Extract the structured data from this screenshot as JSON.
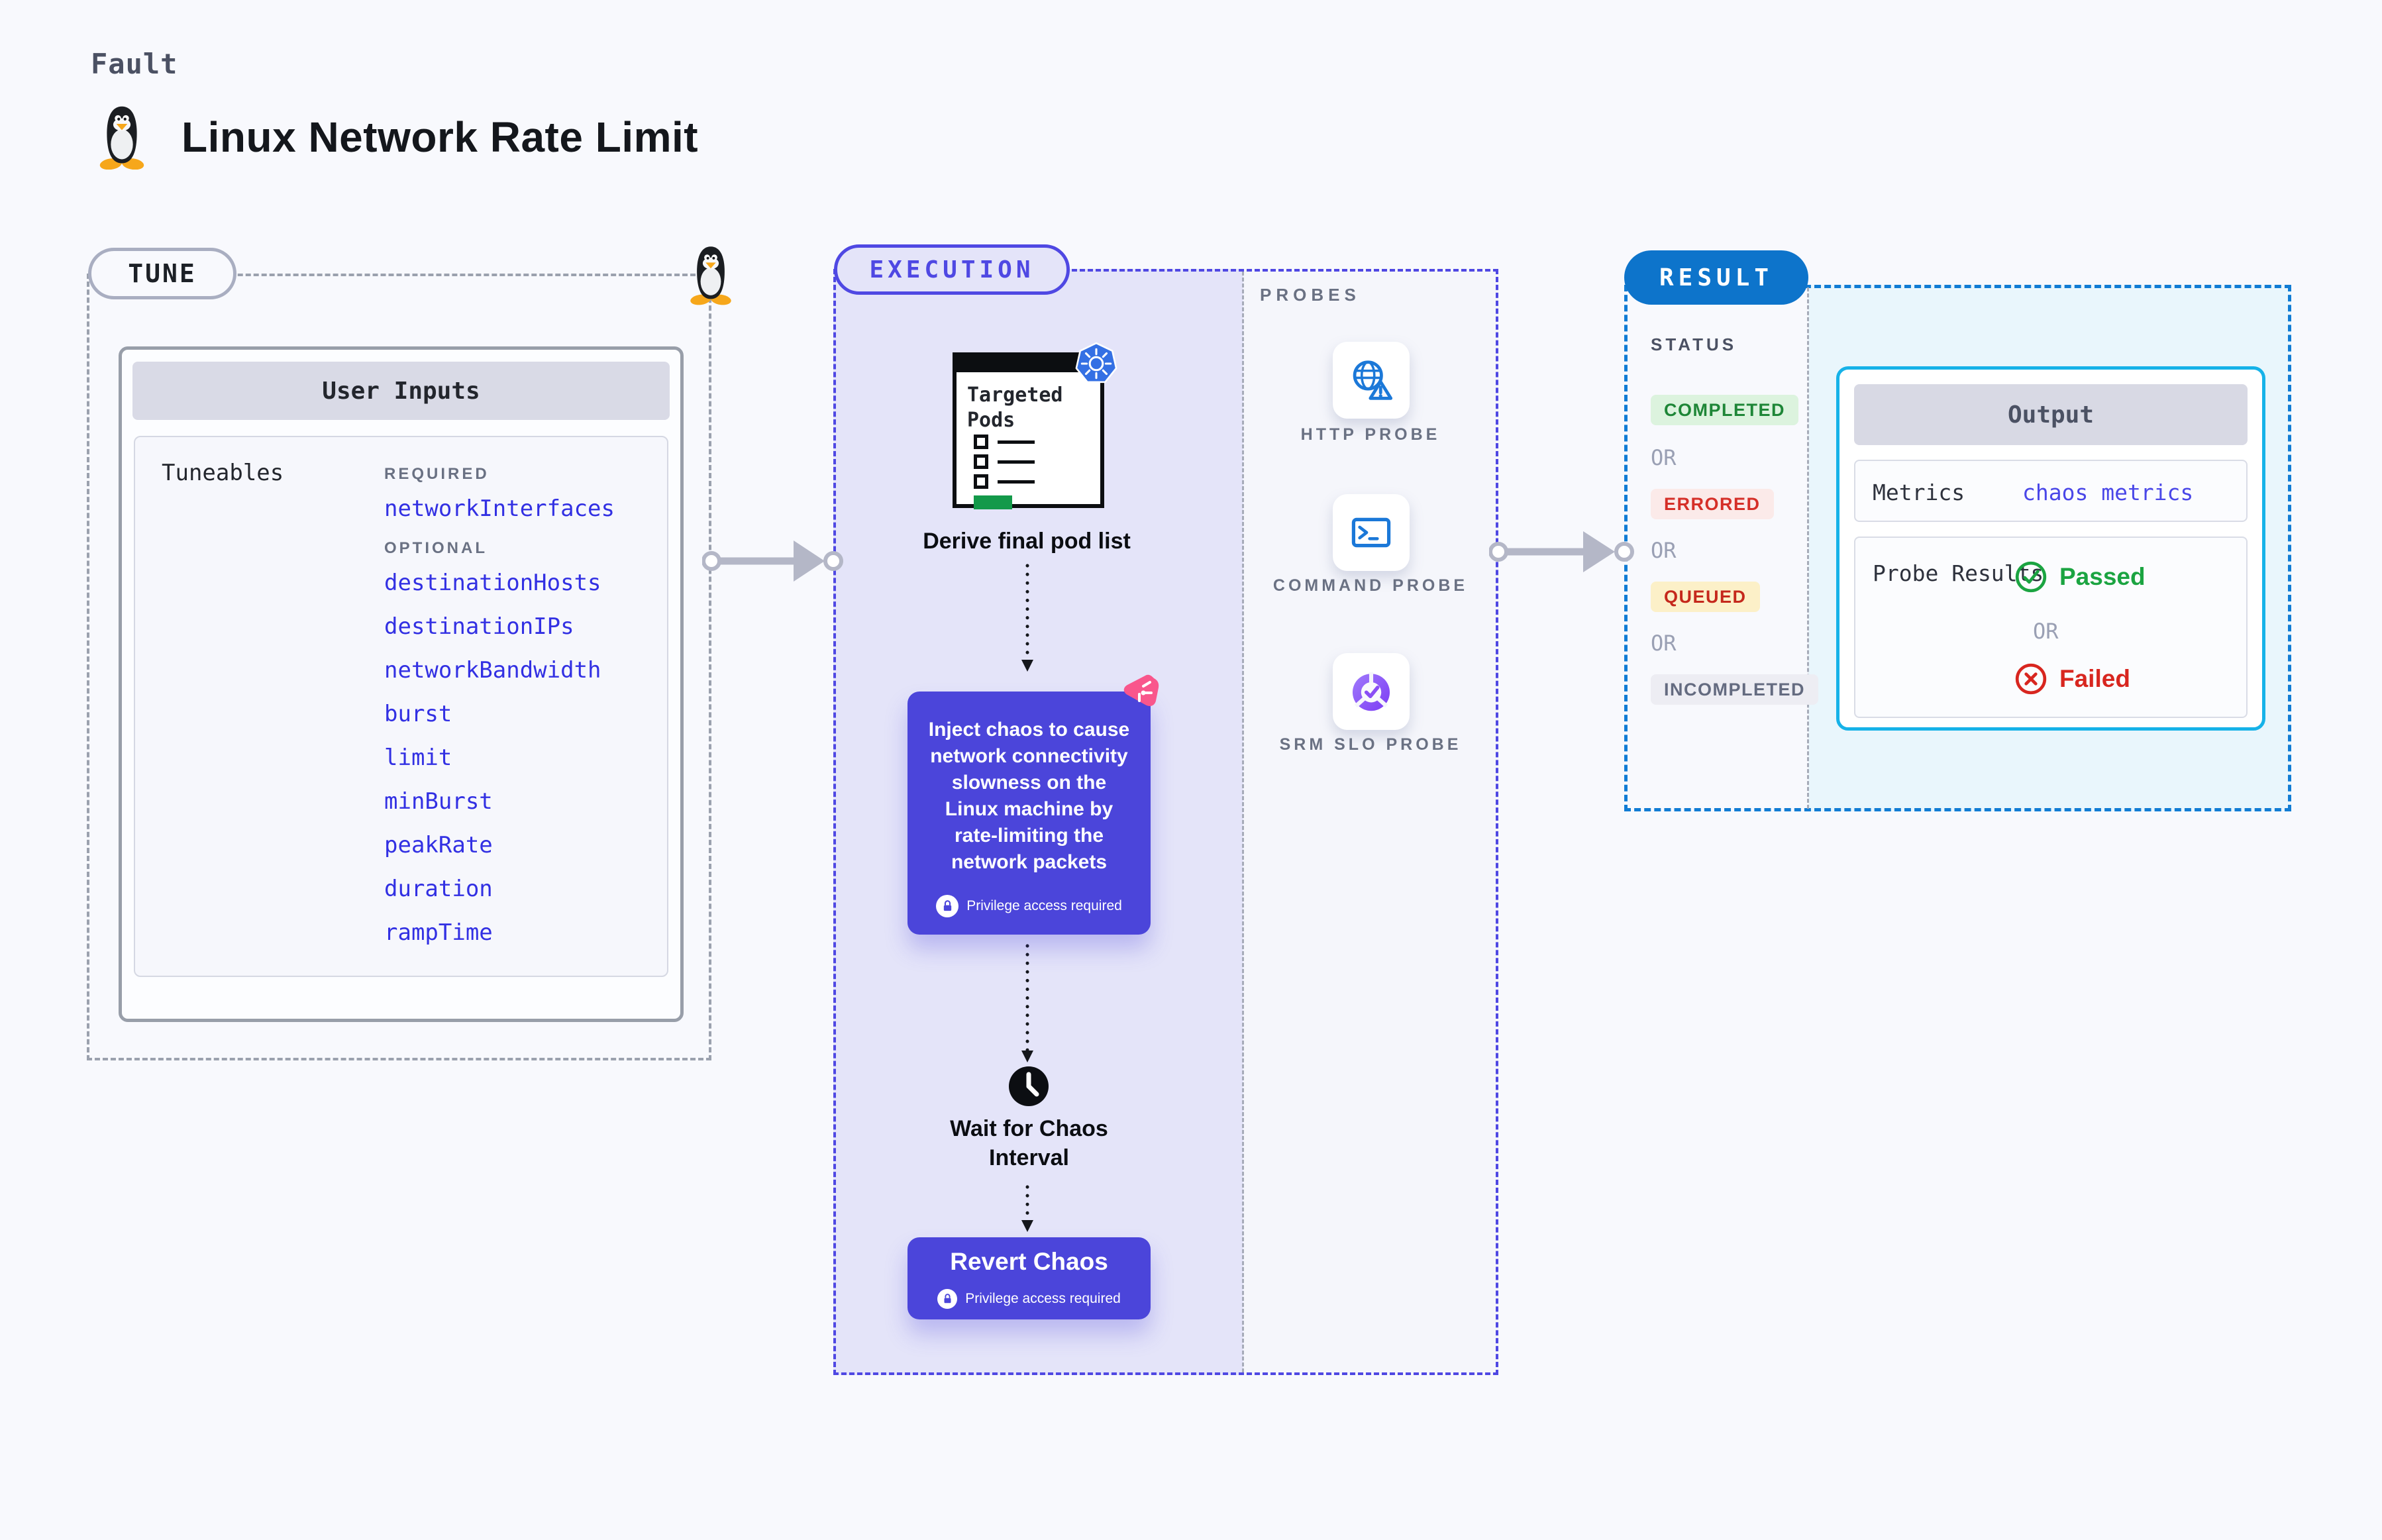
{
  "page": {
    "background": "#f8f9fd"
  },
  "header": {
    "kicker": "Fault",
    "title": "Linux Network Rate Limit"
  },
  "tune": {
    "badge": "TUNE",
    "user_inputs_title": "User Inputs",
    "tuneables_label": "Tuneables",
    "required_label": "REQUIRED",
    "optional_label": "OPTIONAL",
    "required_params": [
      "networkInterfaces"
    ],
    "optional_params": [
      "destinationHosts",
      "destinationIPs",
      "networkBandwidth",
      "burst",
      "limit",
      "minBurst",
      "peakRate",
      "duration",
      "rampTime"
    ],
    "param_color": "#3230e3"
  },
  "execution": {
    "badge": "EXECUTION",
    "accent_color": "#4f48e3",
    "step_box_color": "#4b45da",
    "targeted_pods_line1": "Targeted",
    "targeted_pods_line2": "Pods",
    "derive_label": "Derive final pod list",
    "inject_text": "Inject chaos to cause network connectivity slowness on the Linux machine by rate-limiting the network packets",
    "privilege_label": "Privilege access required",
    "wait_line1": "Wait for Chaos",
    "wait_line2": "Interval",
    "revert_label": "Revert Chaos"
  },
  "probes": {
    "title": "PROBES",
    "items": [
      {
        "label": "HTTP PROBE",
        "icon": "http-probe-icon"
      },
      {
        "label": "COMMAND PROBE",
        "icon": "command-probe-icon"
      },
      {
        "label": "SRM SLO PROBE",
        "icon": "srm-slo-probe-icon"
      }
    ]
  },
  "result": {
    "badge": "RESULT",
    "accent_color": "#0d74cb",
    "status_label": "STATUS",
    "or_label": "OR",
    "statuses": [
      {
        "label": "COMPLETED",
        "fg": "#1e8637",
        "bg": "#dcf3de"
      },
      {
        "label": "ERRORED",
        "fg": "#d52f28",
        "bg": "#fbeae9"
      },
      {
        "label": "QUEUED",
        "fg": "#c5281c",
        "bg": "#fcf0c8"
      },
      {
        "label": "INCOMPLETED",
        "fg": "#646b80",
        "bg": "#ededf3"
      }
    ],
    "output": {
      "title": "Output",
      "metrics_label": "Metrics",
      "metrics_value": "chaos metrics",
      "probe_results_label": "Probe Results",
      "passed_label": "Passed",
      "failed_label": "Failed",
      "passed_color": "#1ba441",
      "failed_color": "#d8261f"
    }
  }
}
